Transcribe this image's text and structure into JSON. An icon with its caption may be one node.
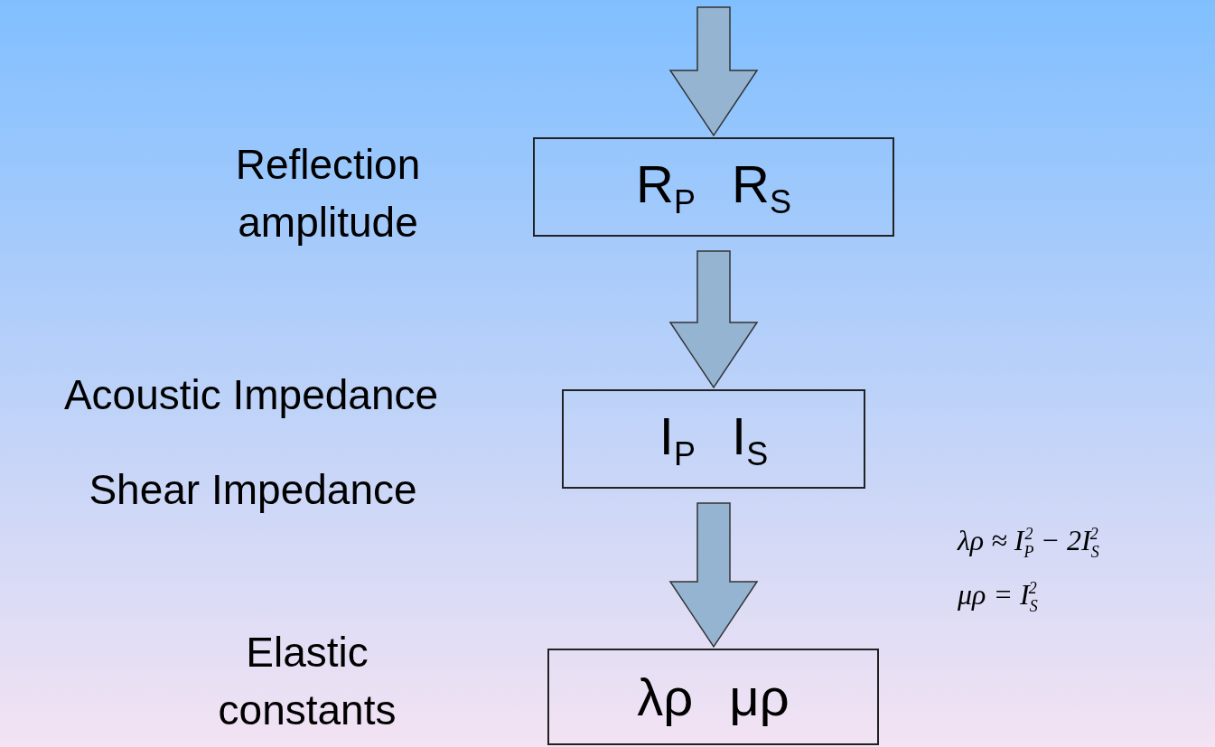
{
  "diagram": {
    "nodes": [
      {
        "text": [
          "R$_{P}$ R$_{S}$"
        ],
        "beside": [
          "Reflection amplitude"
        ]
      },
      {
        "text": [
          "I$_{P}$ I$_{S}$"
        ],
        "beside": [
          "Acoustic Impedance",
          "Shear Impedance"
        ]
      },
      {
        "text": [
          "λρ μρ"
        ],
        "beside": [
          "Elastic constants"
        ]
      }
    ],
    "edges": [
      {
        "from": null,
        "to": 0,
        "arrow": "to"
      },
      {
        "from": 0,
        "to": 1,
        "arrow": "to"
      },
      {
        "from": 1,
        "to": 2,
        "arrow": "to"
      }
    ],
    "labels": [
      "λρ ≈ I$_{P}$$^{2}$ − 2I$_{S}$$^{2}$",
      "μρ = I$_{S}$$^{2}$"
    ]
  }
}
